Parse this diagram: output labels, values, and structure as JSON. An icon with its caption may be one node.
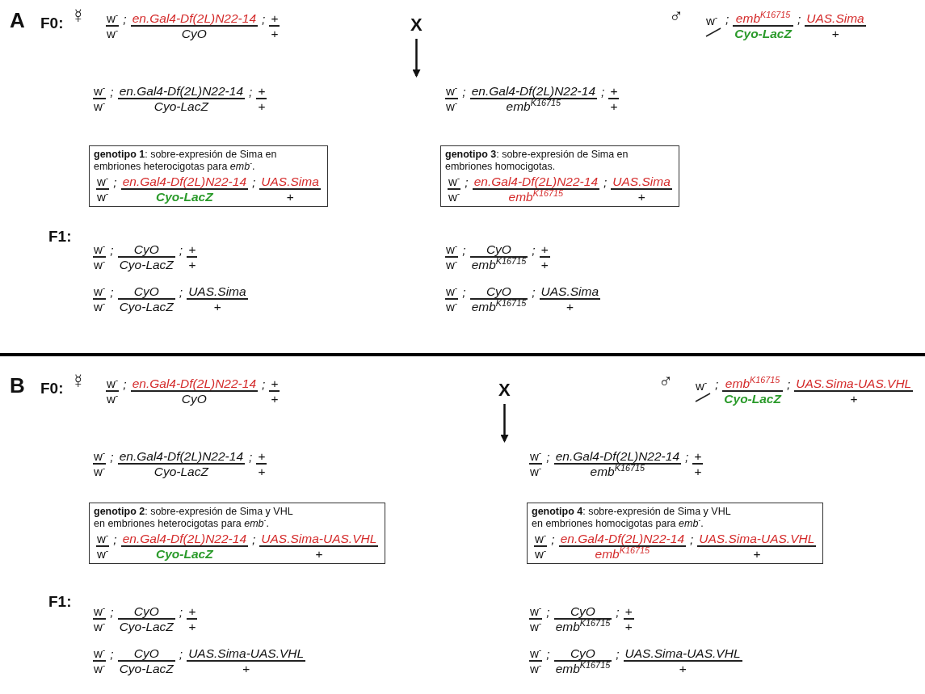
{
  "diagram": {
    "nodes": [
      {
        "text": [
          "X"
        ]
      },
      {
        "text": [
          "**genotipo 1**: sobre-expresión de Sima en embriones heterocigotas para *emb*$^{-}$.",
          "w$^{-}$",
          "w$^{-}$",
          ";",
          "en.Gal4-Df(2L)N22-14",
          "Cyo-LacZ",
          ";",
          "UAS.Sima",
          "+"
        ]
      },
      {
        "text": [
          "**genotipo 3**: sobre-expresión de Sima en embriones homocigotas.",
          "w$^{-}$",
          "w$^{-}$",
          ";",
          "en.Gal4-Df(2L)N22-14",
          "emb$^{K16715}$",
          ";",
          "UAS.Sima",
          "+"
        ]
      },
      {
        "text": [
          "X"
        ]
      },
      {
        "text": [
          "**genotipo 2**: sobre-expresión de Sima y VHL en embriones heterocigotas para *emb*$^{-}$.",
          "w$^{-}$",
          "w$^{-}$",
          ";",
          "en.Gal4-Df(2L)N22-14",
          "Cyo-LacZ",
          ";",
          "UAS.Sima-UAS.VHL",
          "+"
        ]
      },
      {
        "text": [
          "**genotipo 4**: sobre-expresión de Sima y VHL en embriones homocigotas para *emb*$^{-}$.",
          "w$^{-}$",
          "w$^{-}$",
          ";",
          "en.Gal4-Df(2L)N22-14",
          "emb$^{K16715}$",
          ";",
          "UAS.Sima-UAS.VHL",
          "+"
        ]
      }
    ],
    "edges": [
      {
        "from": 0,
        "to": null,
        "arrow": "to"
      },
      {
        "from": 3,
        "to": null,
        "arrow": "to"
      }
    ],
    "labels": [
      "A",
      "F0:",
      "☿",
      "w$^{-}$",
      "w$^{-}$",
      ";",
      "en.Gal4-Df(2L)N22-14",
      "CyO",
      ";",
      "+",
      "+",
      "♂",
      "w$^{-}$",
      ";",
      "emb$^{K16715}$",
      "Cyo-LacZ",
      ";",
      "UAS.Sima",
      "+",
      "w$^{-}$",
      "w$^{-}$",
      ";",
      "en.Gal4-Df(2L)N22-14",
      "Cyo-LacZ",
      ";",
      "+",
      "+",
      "w$^{-}$",
      "w$^{-}$",
      ";",
      "en.Gal4-Df(2L)N22-14",
      "emb$^{K16715}$",
      ";",
      "+",
      "+",
      "F1:",
      "w$^{-}$",
      "w$^{-}$",
      ";",
      "CyO",
      "Cyo-LacZ",
      ";",
      "+",
      "+",
      "w$^{-}$",
      "w$^{-}$",
      ";",
      "CyO",
      "emb$^{K16715}$",
      ";",
      "+",
      "+",
      "w$^{-}$",
      "w$^{-}$",
      ";",
      "CyO",
      "Cyo-LacZ",
      ";",
      "UAS.Sima",
      "+",
      "w$^{-}$",
      "w$^{-}$",
      ";",
      "CyO",
      "emb$^{K16715}$",
      ";",
      "UAS.Sima",
      "+",
      "B",
      "F0:",
      "☿",
      "w$^{-}$",
      "w$^{-}$",
      ";",
      "en.Gal4-Df(2L)N22-14",
      "CyO",
      ";",
      "+",
      "+",
      "♂",
      "w$^{-}$",
      ";",
      "emb$^{K16715}$",
      "Cyo-LacZ",
      ";",
      "UAS.Sima-UAS.VHL",
      "+",
      "w$^{-}$",
      "w$^{-}$",
      ";",
      "en.Gal4-Df(2L)N22-14",
      "Cyo-LacZ",
      ";",
      "+",
      "+",
      "w$^{-}$",
      "w$^{-}$",
      ";",
      "en.Gal4-Df(2L)N22-14",
      "emb$^{K16715}$",
      ";",
      "+",
      "+",
      "F1:",
      "w$^{-}$",
      "w$^{-}$",
      ";",
      "CyO",
      "Cyo-LacZ",
      ";",
      "+",
      "+",
      "w$^{-}$",
      "w$^{-}$",
      ";",
      "CyO",
      "emb$^{K16715}$",
      ";",
      "+",
      "+",
      "w$^{-}$",
      "w$^{-}$",
      ";",
      "CyO",
      "Cyo-LacZ",
      ";",
      "UAS.Sima-UAS.VHL",
      "+",
      "w$^{-}$",
      "w$^{-}$",
      ";",
      "CyO",
      "emb$^{K16715}$",
      ";",
      "UAS.Sima-UAS.VHL",
      "+"
    ]
  }
}
